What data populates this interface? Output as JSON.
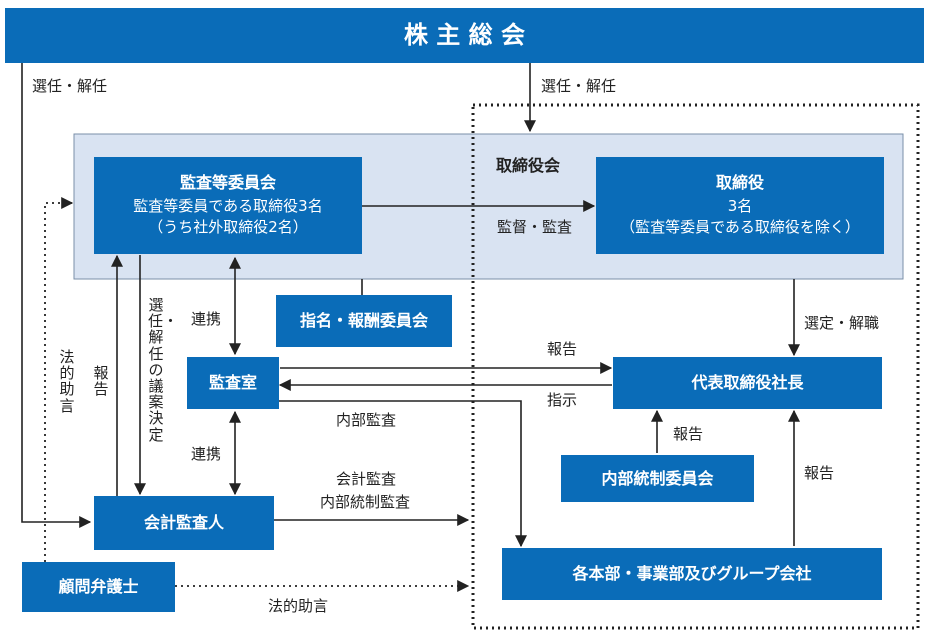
{
  "header": {
    "title": "株 主 総 会"
  },
  "board_area": {
    "title": "取締役会"
  },
  "audit_committee": {
    "title": "監査等委員会",
    "line1": "監査等委員である取締役3名",
    "line2": "（うち社外取締役2名）"
  },
  "directors": {
    "title": "取締役",
    "line1": "3名",
    "line2": "（監査等委員である取締役を除く）"
  },
  "nomination_committee": {
    "label": "指名・報酬委員会"
  },
  "audit_office": {
    "label": "監査室"
  },
  "president": {
    "label": "代表取締役社長"
  },
  "internal_control_committee": {
    "label": "内部統制委員会"
  },
  "accounting_auditor": {
    "label": "会計監査人"
  },
  "legal_advisor": {
    "label": "顧問弁護士"
  },
  "divisions": {
    "label": "各本部・事業部及びグループ会社"
  },
  "labels": {
    "elect_dismiss_left": "選任・解任",
    "elect_dismiss_right": "選任・解任",
    "supervise_audit": "監督・監査",
    "appoint_dismiss": "選定・解職",
    "cooperation_top": "連携",
    "cooperation_bottom": "連携",
    "report_president": "報告",
    "instruct": "指示",
    "internal_audit": "内部監査",
    "report_icc": "報告",
    "report_divisions": "報告",
    "accounting_audit": "会計監査",
    "internal_control_audit": "内部統制監査",
    "legal_advice_bottom": "法的助言",
    "legal_advice_vertical": "法的助言",
    "report_vertical": "報告",
    "agenda_vertical": "選任・解任の議案決定"
  }
}
